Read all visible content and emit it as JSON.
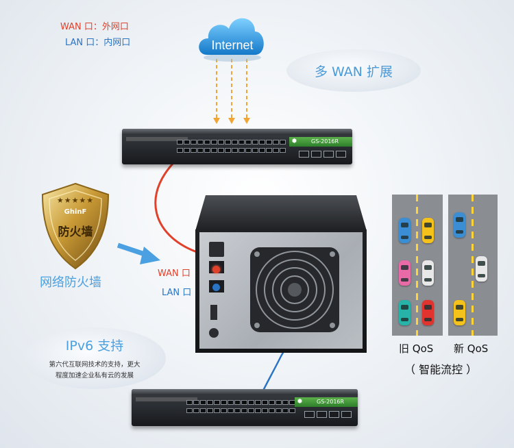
{
  "legend": {
    "wan_label": "WAN 口：外网口",
    "lan_label": "LAN 口：内网口"
  },
  "cloud": {
    "label": "Internet"
  },
  "multi_wan_bubble": {
    "text": "多 WAN 扩展"
  },
  "shield": {
    "stars": "★★★★★",
    "brand": "GhinF",
    "title": "防火墙"
  },
  "firewall_caption": "网络防火墙",
  "ports": {
    "wan": "WAN 口",
    "lan": "LAN 口"
  },
  "switch_top": {
    "model": "GS-2016R"
  },
  "switch_bottom": {
    "model": "GS-2016R"
  },
  "ipv6_bubble": {
    "title": "IPv6 支持",
    "line1": "第六代互联网技术的支持，更大",
    "line2": "程度加速企业私有云的发展"
  },
  "qos": {
    "old_label": "旧 QoS",
    "new_label": "新 QoS",
    "caption": "（ 智能流控 ）"
  },
  "colors": {
    "wan": "#e0412b",
    "lan": "#2a74c4",
    "arrow": "#f0a534",
    "brand_green": "#3f9a37"
  }
}
